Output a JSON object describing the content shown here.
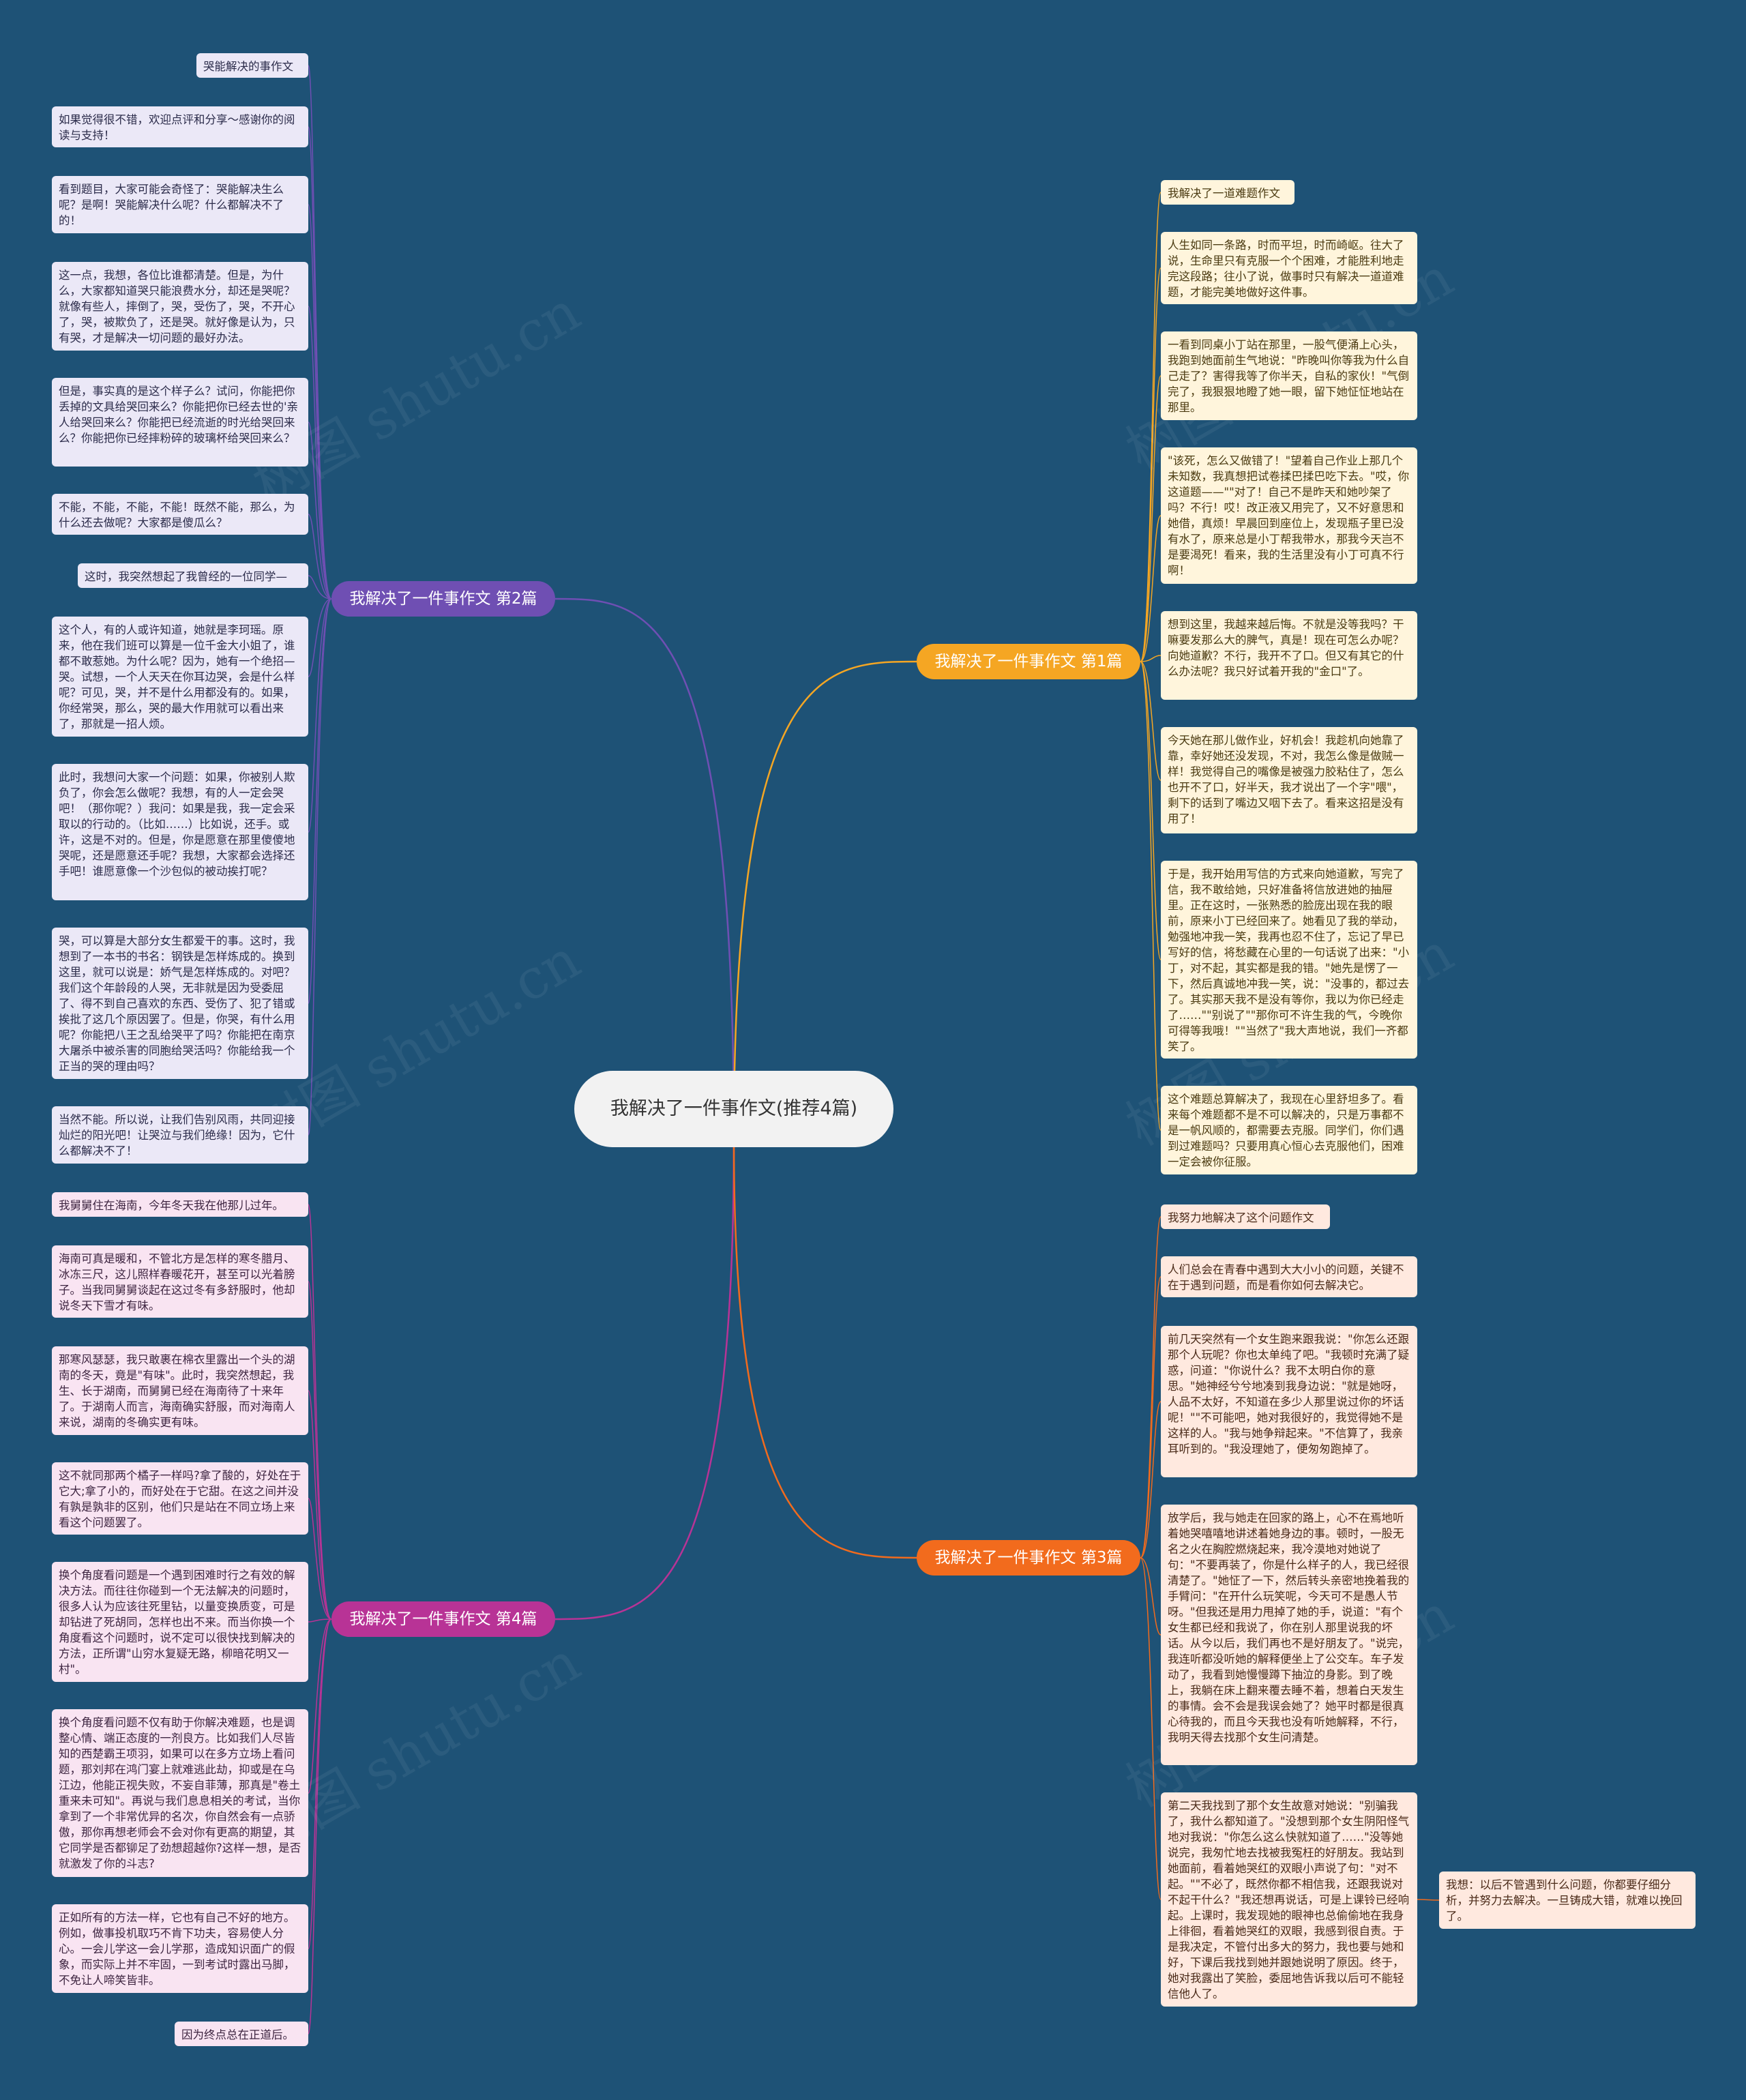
{
  "central": {
    "title": "我解决了一件事作文(推荐4篇)"
  },
  "colors": {
    "background": "#1e5276",
    "b1": "#f5a623",
    "b2": "#6f4fb3",
    "b3": "#f26b1d",
    "b4": "#b83396"
  },
  "watermark": "树图 shutu.cn",
  "branches": {
    "b2": {
      "label": "我解决了一件事作文 第2篇",
      "leaves": [
        "哭能解决的事作文",
        "如果觉得很不错，欢迎点评和分享～感谢你的阅读与支持！",
        "看到题目，大家可能会奇怪了：哭能解决生么呢？是啊！哭能解决什么呢？什么都解决不了的！",
        "这一点，我想，各位比谁都清楚。但是，为什么，大家都知道哭只能浪费水分，却还是哭呢？就像有些人，摔倒了，哭，受伤了，哭，不开心了，哭，被欺负了，还是哭。就好像是认为，只有哭，才是解决一切问题的最好办法。",
        "但是，事实真的是这个样子么？试问，你能把你丢掉的文具给哭回来么？你能把你已经去世的'亲人给哭回来么？你能把已经流逝的时光给哭回来么？你能把你已经摔粉碎的玻璃杯给哭回来么？",
        "不能，不能，不能，不能！既然不能，那么，为什么还去做呢？大家都是傻瓜么？",
        "这时，我突然想起了我曾经的一位同学—",
        "这个人，有的人或许知道，她就是李珂瑶。原来，他在我们班可以算是一位千金大小姐了，谁都不敢惹她。为什么呢？因为，她有一个绝招—哭。试想，一个人天天在你耳边哭，会是什么样呢？可见，哭，并不是什么用都没有的。如果，你经常哭，那么，哭的最大作用就可以看出来了，那就是一招人烦。",
        "此时，我想问大家一个问题：如果，你被别人欺负了，你会怎么做呢？我想，有的人一定会哭吧！（那你呢？）我问：如果是我，我一定会采取以的行动的。（比如……）比如说，还手。或许，这是不对的。但是，你是愿意在那里傻傻地哭呢，还是愿意还手呢？我想，大家都会选择还手吧！谁愿意像一个沙包似的被动挨打呢？",
        "哭，可以算是大部分女生都爱干的事。这时，我想到了一本书的书名：钢铁是怎样炼成的。换到这里，就可以说是：娇气是怎样炼成的。对吧？我们这个年龄段的人哭，无非就是因为受委屈了、得不到自己喜欢的东西、受伤了、犯了错或挨批了这几个原因罢了。但是，你哭，有什么用呢？你能把八王之乱给哭平了吗？你能把在南京大屠杀中被杀害的同胞给哭活吗？你能给我一个正当的哭的理由吗？",
        "当然不能。所以说，让我们告别风雨，共同迎接灿烂的阳光吧！让哭泣与我们绝缘！因为，它什么都解决不了！"
      ]
    },
    "b4": {
      "label": "我解决了一件事作文 第4篇",
      "leaves": [
        "我舅舅住在海南，今年冬天我在他那儿过年。",
        "海南可真是暖和，不管北方是怎样的寒冬腊月、冰冻三尺，这儿照样春暖花开，甚至可以光着膀子。当我同舅舅谈起在这过冬有多舒服时，他却说冬天下雪才有味。",
        "那寒风瑟瑟，我只敢裹在棉衣里露出一个头的湖南的冬天，竟是\"有味\"。此时，我突然想起，我生、长于湖南，而舅舅已经在海南待了十来年了。于湖南人而言，海南确实舒服，而对海南人来说，湖南的冬确实更有味。",
        "这不就同那两个橘子一样吗?拿了酸的，好处在于它大;拿了小的，而好处在于它甜。在这之间并没有孰是孰非的区别，他们只是站在不同立场上来看这个问题罢了。",
        "换个角度看问题是一个遇到困难时行之有效的解决方法。而往往你碰到一个无法解决的问题时，很多人认为应该往死里钻，以量变换质变，可是却钻进了死胡同，怎样也出不来。而当你换一个角度看这个问题时，说不定可以很快找到解决的方法，正所谓\"山穷水复疑无路，柳暗花明又一村\"。",
        "换个角度看问题不仅有助于你解决难题，也是调整心情、端正态度的一剂良方。比如我们人尽皆知的西楚霸王项羽，如果可以在多方立场上看问题，那刘邦在鸿门宴上就难逃此劫，抑或是在乌江边，他能正视失败，不妄自菲薄，那真是\"卷土重来未可知\"。再说与我们息息相关的考试，当你拿到了一个非常优异的名次，你自然会有一点骄傲，那你再想老师会不会对你有更高的期望，其它同学是否都铆足了劲想超越你?这样一想，是否就激发了你的斗志?",
        "正如所有的方法一样，它也有自己不好的地方。例如，做事投机取巧不肯下功夫，容易使人分心。一会儿学这一会儿学那，造成知识面广的假象，而实际上并不牢固，一到考试时露出马脚，不免让人啼笑皆非。",
        "因为终点总在正道后。"
      ]
    },
    "b1": {
      "label": "我解决了一件事作文 第1篇",
      "leaves": [
        "我解决了一道难题作文",
        "人生如同一条路，时而平坦，时而崎岖。往大了说，生命里只有克服一个个困难，才能胜利地走完这段路；往小了说，做事时只有解决一道道难题，才能完美地做好这件事。",
        "一看到同桌小丁站在那里，一股气便涌上心头，我跑到她面前生气地说：\"昨晚叫你等我为什么自己走了？害得我等了你半天，自私的家伙！\"气倒完了，我狠狠地瞪了她一眼，留下她怔怔地站在那里。",
        "\"该死，怎么又做错了！\"望着自己作业上那几个未知数，我真想把试卷揉巴揉巴吃下去。\"哎，你这道题——\"\"对了！自己不是昨天和她吵架了吗？不行！哎！改正液又用完了，又不好意思和她借，真烦！早晨回到座位上，发现瓶子里已没有水了，原来总是小丁帮我带水，那我今天岂不是要渴死！看来，我的生活里没有小丁可真不行啊！",
        "想到这里，我越来越后悔。不就是没等我吗？干嘛要发那么大的脾气，真是！现在可怎么办呢？向她道歉？不行，我开不了口。但又有其它的什么办法呢？我只好试着开我的\"金口\"了。",
        "今天她在那儿做作业，好机会！我趁机向她靠了靠，幸好她还没发现，不对，我怎么像是做贼一样！我觉得自己的嘴像是被强力胶粘住了，怎么也开不了口，好半天，我才说出了一个字\"喂\"，剩下的话到了嘴边又咽下去了。看来这招是没有用了！",
        "于是，我开始用写信的方式来向她道歉，写完了信，我不敢给她，只好准备将信放进她的抽屉里。正在这时，一张熟悉的脸庞出现在我的眼前，原来小丁已经回来了。她看见了我的举动，勉强地冲我一笑，我再也忍不住了，忘记了早已写好的信，将愁藏在心里的一句话说了出来：\"小丁，对不起，其实都是我的错。\"她先是愣了一下，然后真诚地冲我一笑，说：\"没事的，都过去了。其实那天我不是没有等你，我以为你已经走了……\"\"别说了\"\"那你可不许生我的气，今晚你可得等我哦！\"\"当然了\"我大声地说，我们一齐都笑了。",
        "这个难题总算解决了，我现在心里舒坦多了。看来每个难题都不是不可以解决的，只是万事都不是一帆风顺的，都需要去克服。同学们，你们遇到过难题吗？只要用真心恒心去克服他们，困难一定会被你征服。"
      ]
    },
    "b3": {
      "label": "我解决了一件事作文 第3篇",
      "leaves": [
        "我努力地解决了这个问题作文",
        "人们总会在青春中遇到大大小小的问题，关键不在于遇到问题，而是看你如何去解决它。",
        "前几天突然有一个女生跑来跟我说：\"你怎么还跟那个人玩呢？你也太单纯了吧。\"我顿时充满了疑惑，问道：\"你说什么？我不太明白你的意思。\"她神经兮兮地凑到我身边说：\"就是她呀，人品不太好，不知道在多少人那里说过你的坏话呢！\"\"不可能吧，她对我很好的，我觉得她不是这样的人。\"我与她争辩起来。\"不信算了，我亲耳听到的。\"我没理她了，便匆匆跑掉了。",
        "放学后，我与她走在回家的路上，心不在焉地听着她哭嘻嘻地讲述着她身边的事。顿时，一股无名之火在胸腔燃烧起来，我冷漠地对她说了句：\"不要再装了，你是什么样子的人，我已经很清楚了。\"她怔了一下，然后转头亲密地挽着我的手臂问：\"在开什么玩笑呢，今天可不是愚人节呀。\"但我还是用力甩掉了她的手，说道：\"有个女生都已经和我说了，你在别人那里说我的坏话。从今以后，我们再也不是好朋友了。\"说完，我连听都没听她的解释便坐上了公交车。车子发动了，我看到她慢慢蹲下抽泣的身影。到了晚上，我躺在床上翻来覆去睡不着，想着白天发生的事情。会不会是我误会她了？她平时都是很真心待我的，而且今天我也没有听她解释，不行，我明天得去找那个女生问清楚。",
        "第二天我找到了那个女生故意对她说：\"别骗我了，我什么都知道了。\"没想到那个女生阴阳怪气地对我说：\"你怎么这么快就知道了……\"没等她说完，我匆忙地去找被我冤枉的好朋友。我站到她面前，看着她哭红的双眼小声说了句：\"对不起。\"\"不必了，既然你都不相信我，还跟我说对不起干什么？\"我还想再说话，可是上课铃已经响起。上课时，我发现她的眼神也总偷偷地在我身上徘徊，看着她哭红的双眼，我感到很自责。于是我决定，不管付出多大的努力，我也要与她和好，下课后我找到她并跟她说明了原因。终于，她对我露出了笑脸，委屈地告诉我以后可不能轻信他人了。",
        "我想：以后不管遇到什么问题，你都要仔细分析，并努力去解决。一旦铸成大错，就难以挽回了。"
      ]
    }
  }
}
